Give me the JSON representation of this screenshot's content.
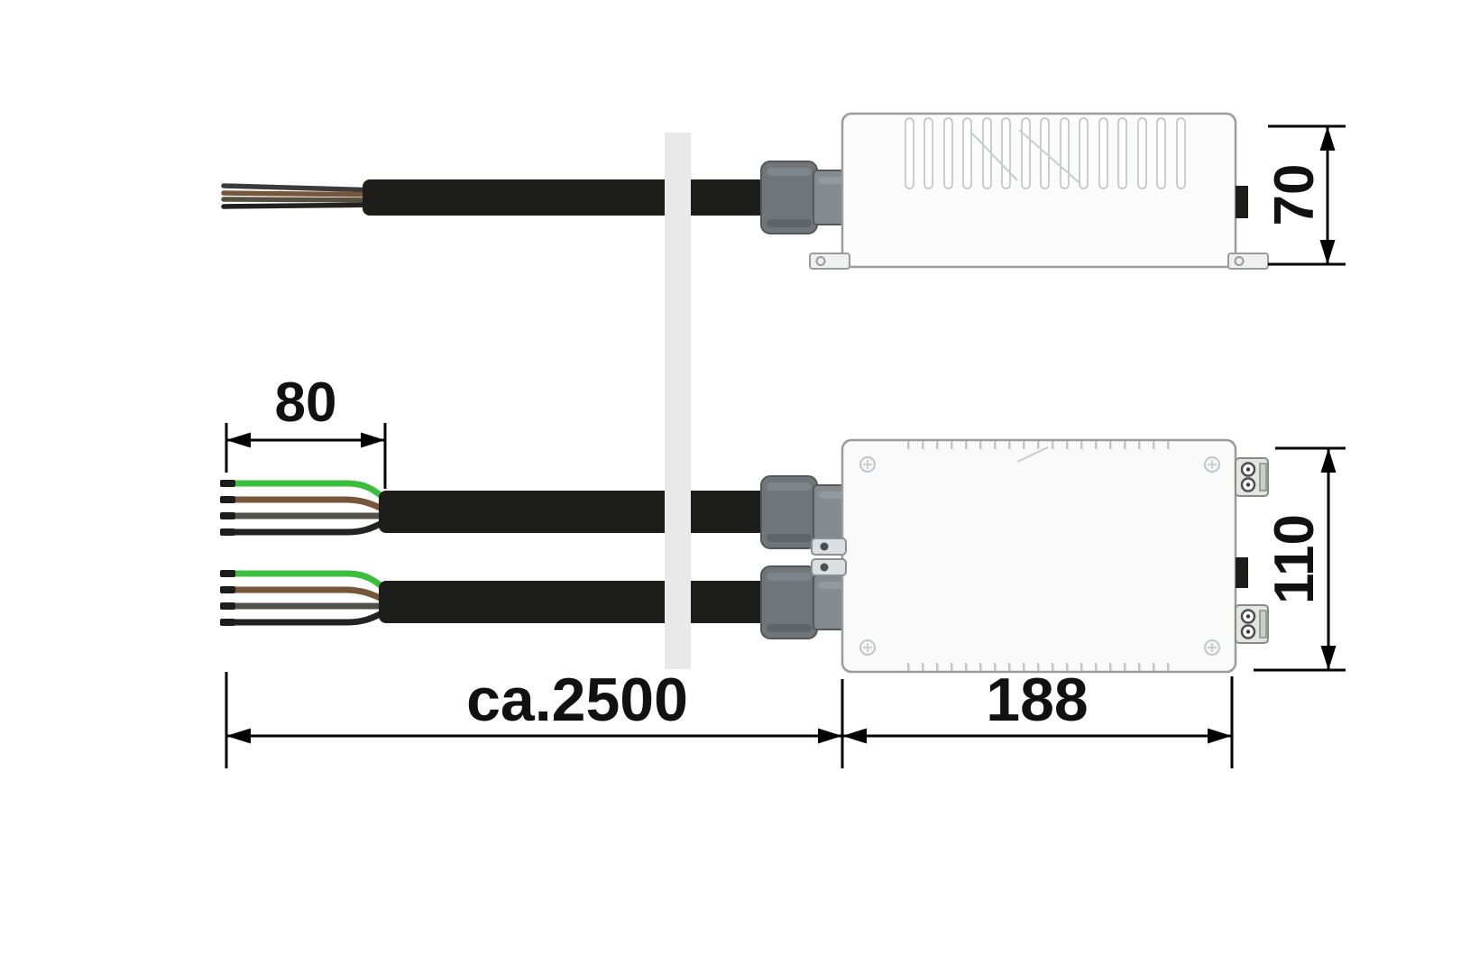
{
  "drawing": {
    "title": "power-supply-cable-dimension-drawing",
    "dim_top_height": "70",
    "dim_strip_length": "80",
    "dim_bottom_height": "110",
    "dim_cable_length": "ca.2500",
    "dim_housing_length": "188",
    "colors": {
      "cable": "#1d1d1b",
      "gland_dark": "#6f7579",
      "gland_light": "#848a8e",
      "enclosure_fill": "#fbfbfb",
      "enclosure_stroke": "#9b9b9b",
      "wire_green": "#3cbe3c",
      "wire_brown": "#77573a",
      "wire_gray": "#52504a",
      "wire_black": "#232220",
      "break_band": "#e9e9e9",
      "dimension_line": "#000000"
    }
  }
}
